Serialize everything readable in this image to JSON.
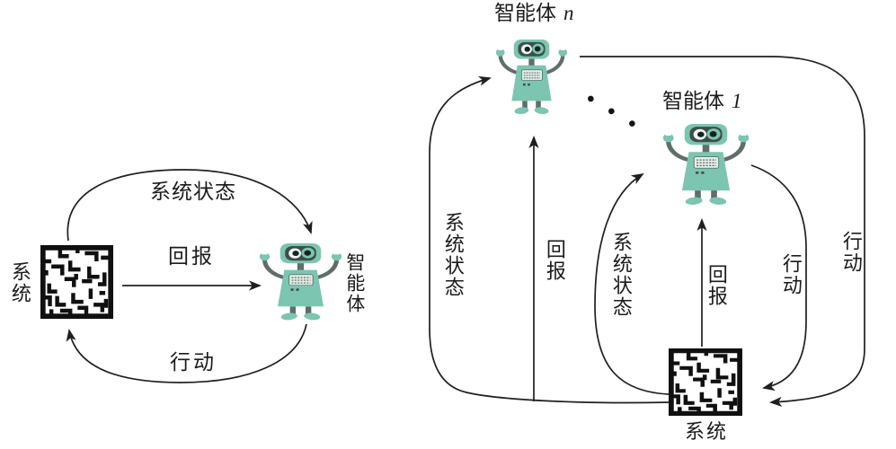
{
  "figure": {
    "left": {
      "system_label": "系统",
      "agent_label": "智能体",
      "state_label": "系统状态",
      "reward_label": "回报",
      "action_label": "行动"
    },
    "right": {
      "agent_n_prefix": "智能体",
      "agent_n_suffix": "n",
      "agent_1_prefix": "智能体",
      "agent_1_suffix": "1",
      "ellipsis": "•••",
      "state_n_label": "系统状态",
      "reward_n_label": "回报",
      "state_1_label": "系统状态",
      "reward_1_label": "回报",
      "action_1_label": "行动",
      "action_n_label": "行动",
      "system_label": "系统"
    },
    "colors": {
      "robot_teal": "#7cc5b0",
      "robot_gray": "#5e6e6b",
      "robot_panel_dark": "#3d4f4a",
      "ink": "#1f1f1f",
      "maze_black": "#101010"
    }
  }
}
